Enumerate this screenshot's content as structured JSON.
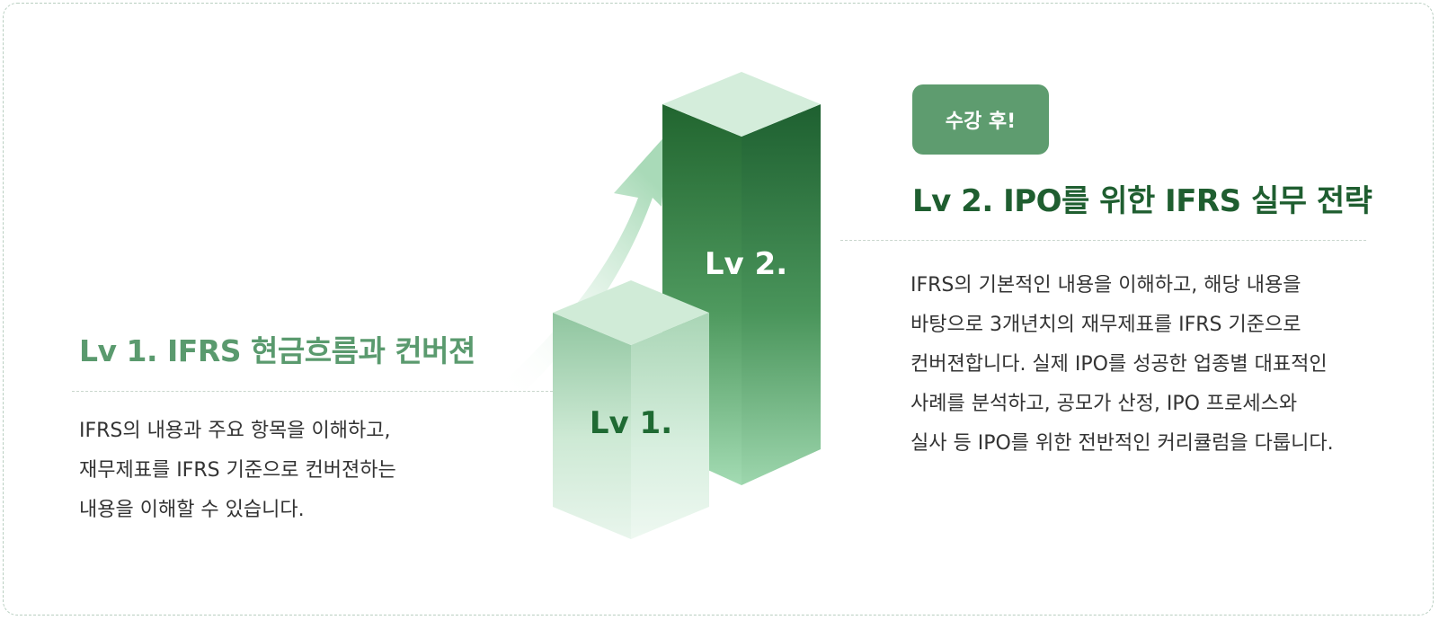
{
  "lv1": {
    "title": "Lv 1. IFRS 현금흐름과 컨버젼",
    "description": [
      "IFRS의 내용과 주요 항목을 이해하고,",
      "재무제표를 IFRS 기준으로 컨버젼하는",
      "내용을 이해할 수 있습니다."
    ],
    "block_label": "Lv 1.",
    "title_color": "#5a9a6e"
  },
  "lv2": {
    "badge": "수강 후!",
    "title": "Lv 2. IPO를 위한 IFRS 실무 전략",
    "description": [
      "IFRS의 기본적인 내용을 이해하고, 해당 내용을",
      "바탕으로 3개년치의 재무제표를 IFRS 기준으로",
      "컨버젼합니다. 실제 IPO를 성공한 업종별 대표적인",
      "사례를 분석하고, 공모가 산정, IPO 프로세스와",
      "실사 등 IPO를 위한 전반적인 커리큘럼을 다룹니다."
    ],
    "block_label": "Lv 2.",
    "title_color": "#1f5e30",
    "badge_color": "#5e9c6f"
  },
  "graphic": {
    "arrow_icon": "up-arrow-icon"
  }
}
